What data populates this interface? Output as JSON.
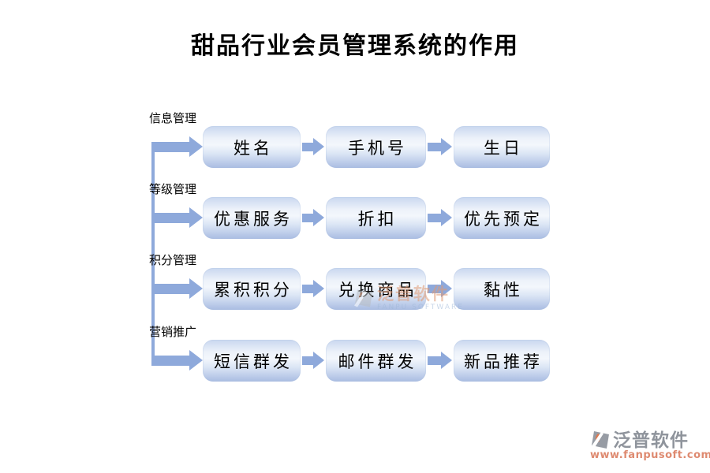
{
  "title": "甜品行业会员管理系统的作用",
  "rows": [
    {
      "label": "信息管理",
      "boxes": [
        "姓名",
        "手机号",
        "生日"
      ]
    },
    {
      "label": "等级管理",
      "boxes": [
        "优惠服务",
        "折扣",
        "优先预定"
      ]
    },
    {
      "label": "积分管理",
      "boxes": [
        "累积积分",
        "兑换商品",
        "黏性"
      ]
    },
    {
      "label": "营销推广",
      "boxes": [
        "短信群发",
        "邮件群发",
        "新品推荐"
      ]
    }
  ],
  "watermark": {
    "name": "泛普软件",
    "subtitle": "FANPU SOFTWARE"
  },
  "logo": {
    "name": "泛普软件",
    "url": "www.fanpusoft.com"
  },
  "icons": {
    "brand": "fanpu-logo-icon",
    "arrow": "flow-arrow-icon"
  },
  "colors": {
    "arrow_blue": "#8ea9db",
    "box_fill_top": "#c9d7ef",
    "box_fill_bottom": "#a9bce2",
    "title_color": "#000000",
    "logo_gray": "#8f949c",
    "logo_orange": "#de8a70"
  }
}
